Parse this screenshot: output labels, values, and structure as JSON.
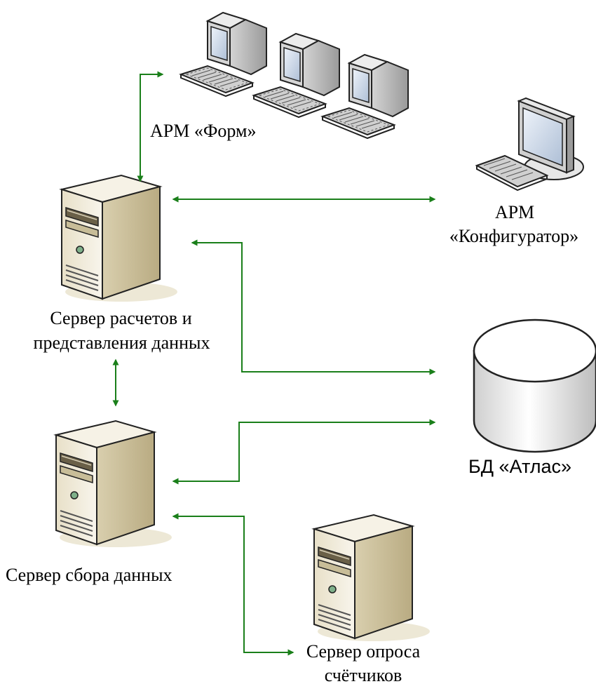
{
  "nodes": {
    "arm_form": {
      "label": "АРМ «Форм»"
    },
    "arm_config": {
      "line1": "АРМ",
      "line2": "«Конфигуратор»"
    },
    "calc_server": {
      "line1": "Сервер расчетов и",
      "line2": "представления данных"
    },
    "collect_server": {
      "label": "Сервер сбора данных"
    },
    "poll_server": {
      "line1": "Сервер опроса",
      "line2": "счётчиков"
    },
    "database": {
      "label": "БД «Атлас»"
    }
  },
  "colors": {
    "connector": "#1a7f1a",
    "server_face": "#efe9d8",
    "server_side": "#cfc3a0",
    "server_top": "#f7f3e8",
    "monitor": "#b8b8b8",
    "screen": "#c9d6e8",
    "db_body": "#e4e4e4"
  }
}
